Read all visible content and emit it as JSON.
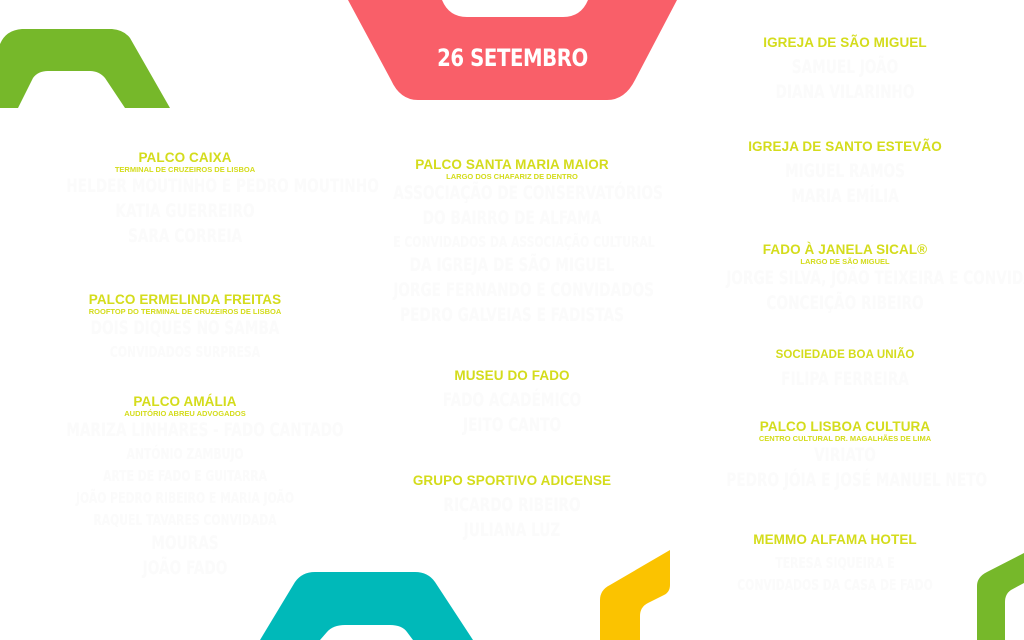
{
  "header": {
    "date": "26 SETEMBRO"
  },
  "colors": {
    "coral": "#f95f69",
    "green": "#76b82a",
    "teal": "#00b9b9",
    "yellow": "#fbc300",
    "venue_text": "#d4dc1c",
    "artist_text": "#fbfbfb"
  },
  "columns": {
    "left": [
      {
        "name": "PALCO CAIXA",
        "subtitle": "TERMINAL DE CRUZEIROS DE LISBOA",
        "artists": [
          "HELDER MOUTINHO E PEDRO MOUTINHO",
          "KATIA GUERREIRO",
          "SARA CORREIA"
        ]
      },
      {
        "name": "PALCO ERMELINDA FREITAS",
        "subtitle": "ROOFTOP DO TERMINAL DE CRUZEIROS DE LISBOA",
        "artists": [
          "DOIS DIQUES NO SAMBA",
          "CONVIDADOS SURPRESA"
        ]
      },
      {
        "name": "PALCO AMÁLIA",
        "subtitle": "AUDITÓRIO ABREU ADVOGADOS",
        "artists": [
          "MARIZA LINHARES - FADO CANTADO",
          "ANTÓNIO ZAMBUJO",
          "ARTE DE FADO E GUITARRA",
          "JOÃO PEDRO RIBEIRO E MARIA JOÃO",
          "RAQUEL TAVARES CONVIDADA",
          "MOURAS",
          "JOÃO FADO"
        ]
      }
    ],
    "center": [
      {
        "name": "PALCO SANTA MARIA MAIOR",
        "subtitle": "LARGO DOS CHAFARIZ DE DENTRO",
        "artists": [
          "ASSOCIAÇÃO DE CONSERVATÓRIOS",
          "DO BAIRRO DE ALFAMA",
          "E CONVIDADOS DA ASSOCIAÇÃO CULTURAL",
          "DA IGREJA DE SÃO MIGUEL",
          "JORGE FERNANDO E CONVIDADOS",
          "PEDRO GALVEIAS E FADISTAS"
        ]
      },
      {
        "name": "MUSEU DO FADO",
        "subtitle": "",
        "artists": [
          "FADO ACADÉMICO",
          "JEITO CANTO"
        ]
      },
      {
        "name": "GRUPO SPORTIVO ADICENSE",
        "subtitle": "",
        "artists": [
          "RICARDO RIBEIRO",
          "JULIANA LUZ"
        ]
      }
    ],
    "right": [
      {
        "name": "IGREJA DE SÃO MIGUEL",
        "subtitle": "",
        "artists": [
          "SAMUEL JOÃO",
          "DIANA VILARINHO"
        ]
      },
      {
        "name": "IGREJA DE SANTO ESTEVÃO",
        "subtitle": "",
        "artists": [
          "MIGUEL RAMOS",
          "MARIA EMÍLIA"
        ]
      },
      {
        "name": "FADO À JANELA SICAL®",
        "subtitle": "LARGO DE SÃO MIGUEL",
        "artists": [
          "JORGE SILVA, JOÃO TEIXEIRA E CONVIDADOS",
          "CONCEIÇÃO RIBEIRO"
        ]
      },
      {
        "name": "SOCIEDADE BOA UNIÃO",
        "subtitle": "",
        "artists": [
          "FILIPA FERREIRA"
        ]
      },
      {
        "name": "PALCO LISBOA CULTURA",
        "subtitle": "CENTRO CULTURAL DR. MAGALHÃES DE LIMA",
        "artists": [
          "VIRIATO",
          "PEDRO JÓIA E JOSÉ MANUEL NETO"
        ]
      },
      {
        "name": "MEMMO ALFAMA HOTEL",
        "subtitle": "",
        "artists": [
          "TERESA SIQUEIRA E",
          "CONVIDADOS DA CASA DE FADO"
        ]
      }
    ]
  }
}
